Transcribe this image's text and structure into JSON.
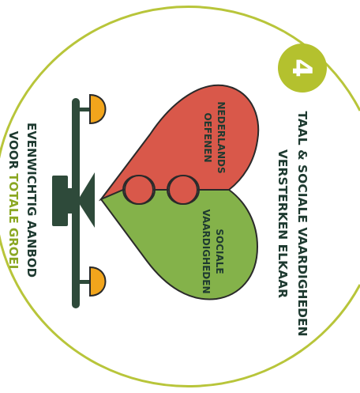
{
  "badge": {
    "number": "4"
  },
  "title": {
    "line1": "TAAL & SOCIALE VAARDIGHEDEN",
    "line2": "VERSTERKEN ELKAAR"
  },
  "heart": {
    "left_label_line1": "NEDERLANDS",
    "left_label_line2": "OEFENEN",
    "right_label_line1": "SOCIALE",
    "right_label_line2": "VAARDIGHEDEN"
  },
  "caption": {
    "line1": "EVENWICHTIG AANBOD",
    "line2_prefix": "VOOR ",
    "line2_highlight": "TOTALE GROEI"
  },
  "colors": {
    "ring": "#b8c53a",
    "badge": "#b4c12e",
    "heart_left": "#d9584a",
    "heart_right": "#84b24a",
    "scale": "#2e4a3a",
    "pans": "#f2a51c",
    "text": "#1e3a30",
    "highlight": "#8aa722"
  }
}
